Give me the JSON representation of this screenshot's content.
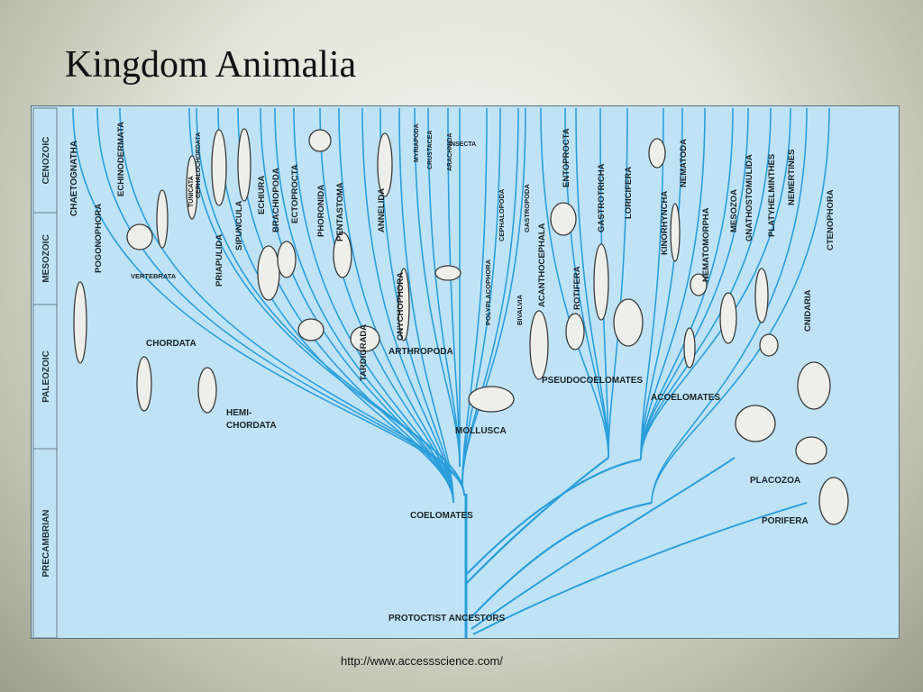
{
  "slide": {
    "title": "Kingdom Animalia",
    "source_url": "http://www.accessscience.com/"
  },
  "eras": [
    "CENOZOIC",
    "MESOZOIC",
    "PALEOZOIC",
    "PRECAMBRIAN"
  ],
  "phyla": [
    "CHAETOGNATHA",
    "POGONOPHORA",
    "ECHINODERMATA",
    "TUNICATA",
    "CEPHALOCHORDATA",
    "PRIAPULIDA",
    "SIPUNCULA",
    "ECHIURA",
    "BRACHIOPODA",
    "ECTOPROCTA",
    "PHORONIDA",
    "PENTASTOMA",
    "TARDIGRADA",
    "ANNELIDA",
    "ONYCHOPHORA",
    "MYRIAPODA",
    "CRUSTACEA",
    "ARACHNIDA",
    "INSECTA",
    "POLYPLACOPHORA",
    "CEPHALOPODA",
    "BIVALVIA",
    "GASTROPODA",
    "ACANTHOCEPHALA",
    "ENTOPROCTA",
    "ROTIFERA",
    "GASTROTRICHA",
    "LORICIFERA",
    "KINORHYNCHA",
    "NEMATODA",
    "NEMATOMORPHA",
    "MESOZOA",
    "GNATHOSTOMULIDA",
    "PLATYHELMINTHES",
    "NEMERTINES",
    "CNIDARIA",
    "CTENOPHORA"
  ],
  "groups": [
    "VERTEBRATA",
    "CHORDATA",
    "HEMI-",
    "CHORDATA",
    "ARTHROPODA",
    "MOLLUSCA",
    "PSEUDOCOELOMATES",
    "ACOELOMATES",
    "COELOMATES",
    "PLACOZOA",
    "PORIFERA",
    "PROTOCTIST ANCESTORS"
  ]
}
